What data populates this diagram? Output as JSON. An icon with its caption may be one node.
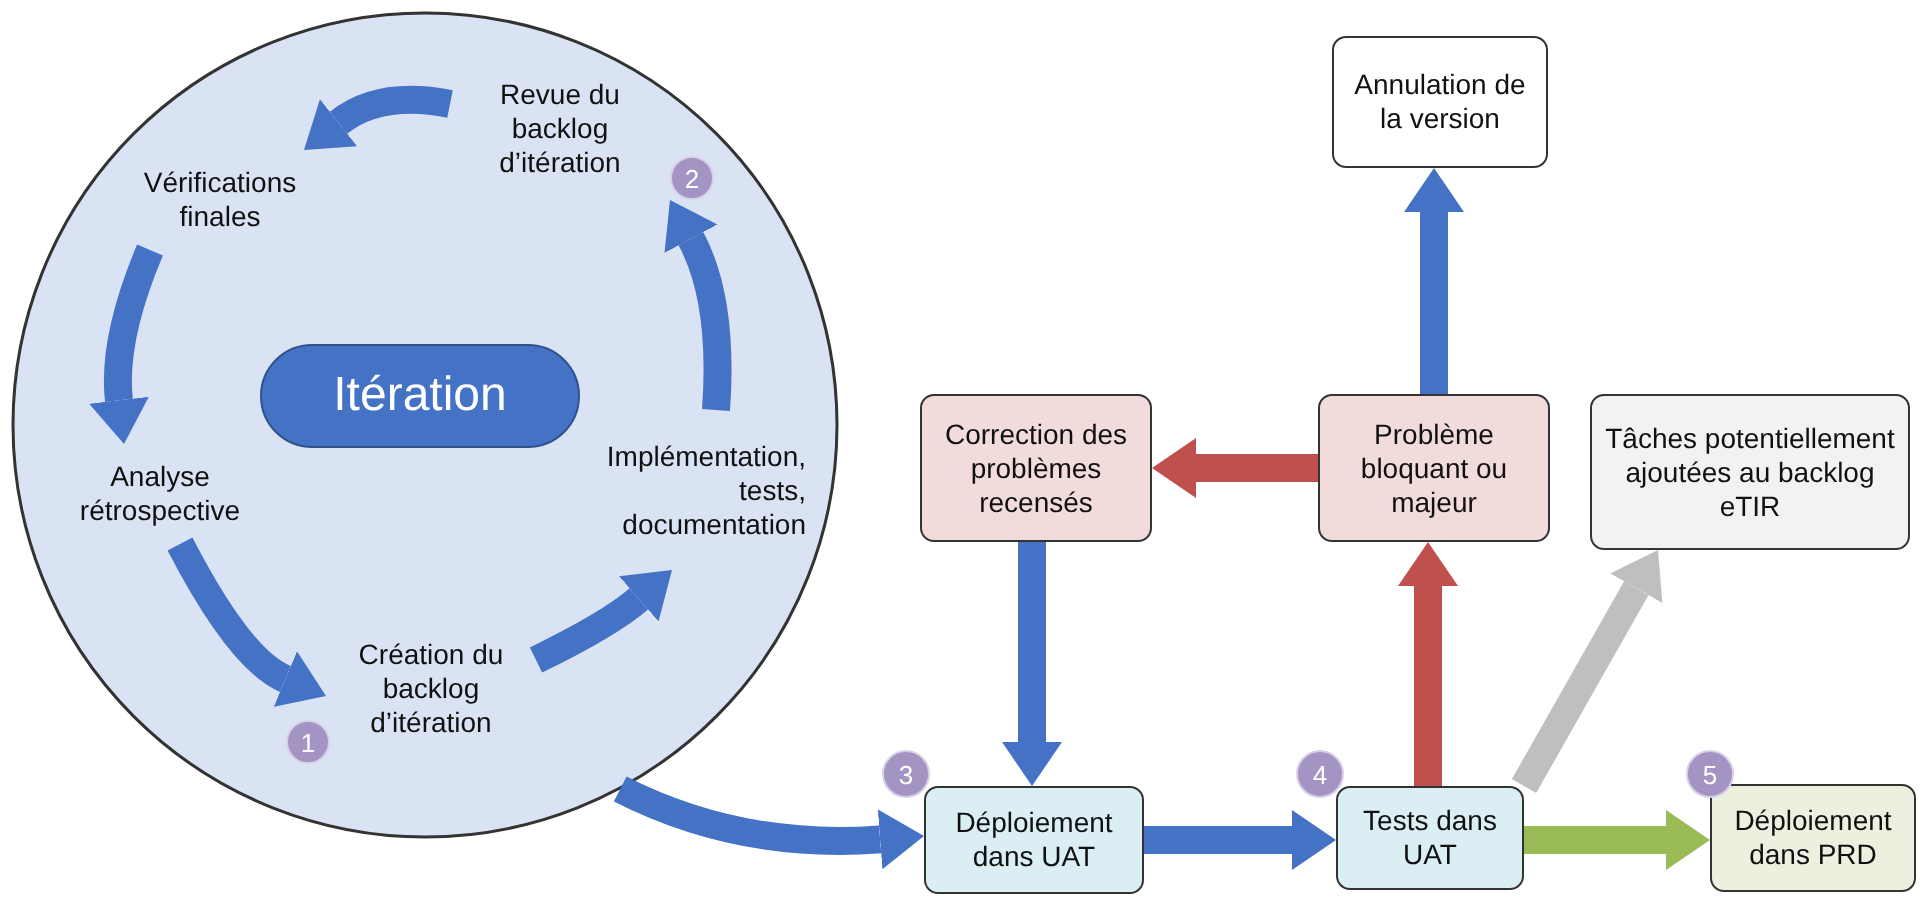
{
  "diagram": {
    "nodes": [
      {
        "text": [],
        "shape": "circle"
      },
      {
        "text": [
          "Itération"
        ],
        "in": 0
      },
      {
        "text": [
          "Revue du backlog d’itération"
        ],
        "in": 0,
        "beside": [
          "2"
        ]
      },
      {
        "text": [
          "Vérifications finales"
        ],
        "in": 0
      },
      {
        "text": [
          "Analyse rétrospective"
        ],
        "in": 0
      },
      {
        "text": [
          "Création du backlog d’itération"
        ],
        "in": 0,
        "beside": [
          "1"
        ]
      },
      {
        "text": [
          "Implémentation, tests, documentation"
        ],
        "in": 0
      },
      {
        "text": [
          "Annulation de la version"
        ]
      },
      {
        "text": [
          "Correction des problèmes recensés"
        ]
      },
      {
        "text": [
          "Problème bloquant ou majeur"
        ]
      },
      {
        "text": [
          "Tâches potentiellement ajoutées au backlog eTIR"
        ]
      },
      {
        "text": [
          "Déploiement dans UAT"
        ],
        "beside": [
          "3"
        ]
      },
      {
        "text": [
          "Tests dans UAT"
        ],
        "beside": [
          "4"
        ]
      },
      {
        "text": [
          "Déploiement dans PRD"
        ],
        "beside": [
          "5"
        ]
      }
    ],
    "edges": [
      {
        "from": 2,
        "to": 3,
        "arrow": "to"
      },
      {
        "from": 3,
        "to": 4,
        "arrow": "to"
      },
      {
        "from": 4,
        "to": 5,
        "arrow": "to"
      },
      {
        "from": 5,
        "to": 6,
        "arrow": "to"
      },
      {
        "from": 6,
        "to": 2,
        "arrow": "to"
      },
      {
        "from": 0,
        "to": 11,
        "arrow": "to"
      },
      {
        "from": 11,
        "to": 12,
        "arrow": "to"
      },
      {
        "from": 12,
        "to": 13,
        "arrow": "to",
        "color": "#9bbb59"
      },
      {
        "from": 12,
        "to": 9,
        "arrow": "to",
        "color": "#c0504d"
      },
      {
        "from": 12,
        "to": 10,
        "arrow": "to",
        "color": "#bfbfbf"
      },
      {
        "from": 9,
        "to": 8,
        "arrow": "to",
        "color": "#c0504d"
      },
      {
        "from": 8,
        "to": 11,
        "arrow": "to"
      },
      {
        "from": 9,
        "to": 7,
        "arrow": "to"
      }
    ]
  }
}
